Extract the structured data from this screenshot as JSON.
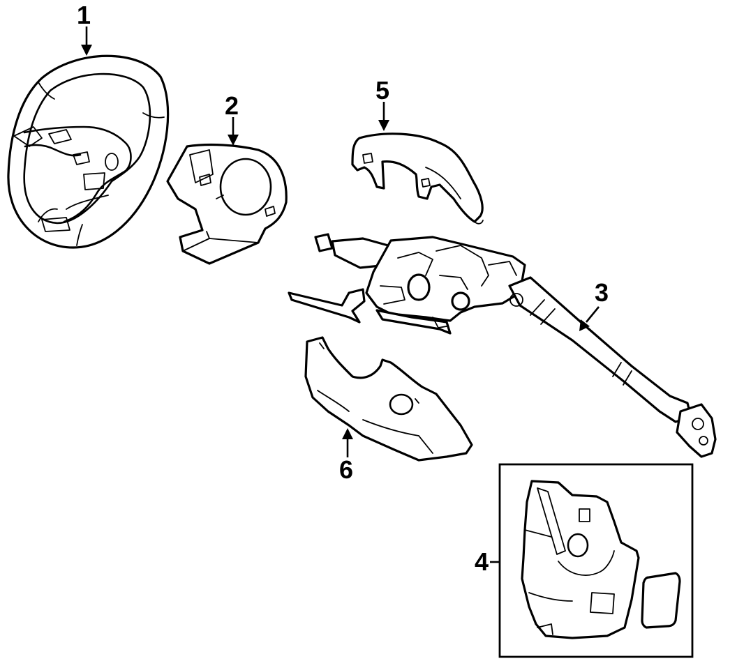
{
  "diagram": {
    "callouts": [
      {
        "id": "1",
        "label": "1",
        "part": "steering-wheel"
      },
      {
        "id": "2",
        "label": "2",
        "part": "wheel-trim-cover"
      },
      {
        "id": "3",
        "label": "3",
        "part": "steering-column-assembly"
      },
      {
        "id": "4",
        "label": "4",
        "part": "column-cover-inset"
      },
      {
        "id": "5",
        "label": "5",
        "part": "upper-column-cover"
      },
      {
        "id": "6",
        "label": "6",
        "part": "lower-column-cover"
      }
    ]
  }
}
